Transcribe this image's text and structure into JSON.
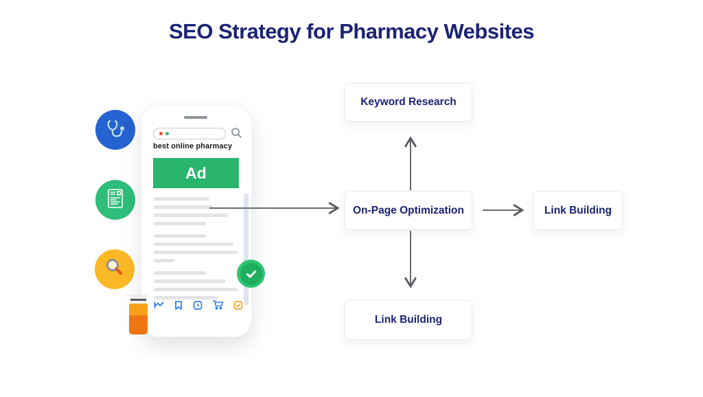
{
  "title": "SEO Strategy for Pharmacy Websites",
  "phone": {
    "search_query": "best online pharmacy",
    "ad_label": "Ad",
    "toolbar_icons": [
      "line-chart-icon",
      "bookmark-icon",
      "clock-square-icon",
      "shopping-cart-icon",
      "check-square-icon"
    ]
  },
  "side_icons": [
    {
      "name": "stethoscope-icon",
      "circle_color": "#2563d0"
    },
    {
      "name": "prescription-document-icon",
      "circle_color": "#2ebd7a"
    },
    {
      "name": "magnifier-icon",
      "circle_color": "#f9b826"
    }
  ],
  "flowchart": {
    "nodes": [
      {
        "id": "keyword-research",
        "label": "Keyword Research"
      },
      {
        "id": "on-page-optimization",
        "label": "On-Page Optimization"
      },
      {
        "id": "link-building-right",
        "label": "Link Building"
      },
      {
        "id": "link-building-bottom",
        "label": "Link Building"
      }
    ]
  },
  "colors": {
    "title_text": "#1b2374",
    "node_text": "#1b2374",
    "ad_green": "#2ab56c",
    "check_green": "#2fc573",
    "arrow_gray": "#55585c",
    "icon_blue": "#2b7de9",
    "icon_orange": "#f0a428"
  }
}
